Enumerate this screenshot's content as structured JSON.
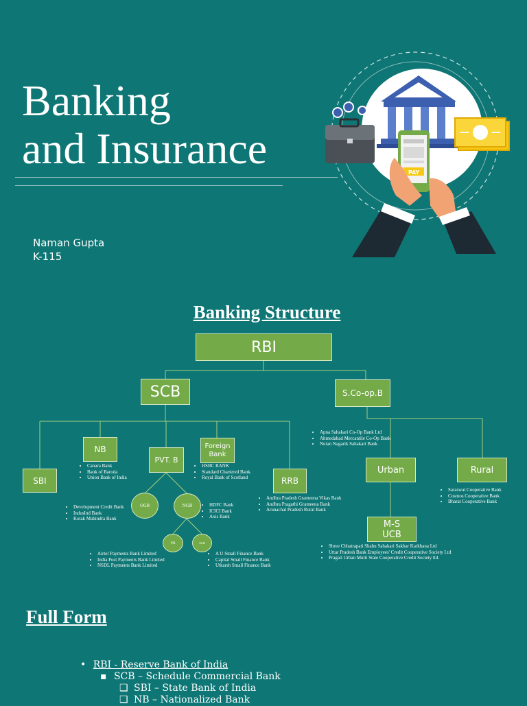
{
  "cover": {
    "title_line1": "Banking",
    "title_line2": "and Insurance",
    "author_name": "Naman Gupta",
    "author_id": "K-115",
    "pay_label": "PAY"
  },
  "structure": {
    "title": "Banking Structure",
    "nodes": {
      "rbi": "RBI",
      "scb": "SCB",
      "scoop": "S.Co-op.B",
      "sbi": "SBI",
      "nb": "NB",
      "pvt": "PVT. B",
      "foreign": "Foreign Bank",
      "rrb": "RRB",
      "urban": "Urban",
      "rural": "Rural",
      "msucb": "M-S UCB",
      "ogb": "OGB",
      "ngb": "NGB",
      "pb": "PB",
      "sfb": "SFB"
    },
    "lists": {
      "nb": [
        "Canara Bank",
        "Bank of Baroda",
        "Union Bank of India"
      ],
      "foreign": [
        "HSBC BANK",
        "Standard Chartered Bank.",
        "Royal Bank of Scotland"
      ],
      "ogb": [
        "Development Credit Bank",
        "IndusInd Bank",
        "Kotak Mahindra Bank"
      ],
      "ngb": [
        "HDFC Bank",
        "ICICI Bank",
        "Axis Bank"
      ],
      "rrb": [
        "Andhra Pradesh Grameena Vikas Bank",
        "Andhra Pragathi Grameena Bank",
        "Arunachal Pradesh Rural Bank"
      ],
      "scoop": [
        "Apna Sahakari Co-Op Bank Ltd",
        "Ahmedabad Mercantile Co-Op Bank",
        "Nutan Nagarik Sahakari Bank"
      ],
      "rural": [
        "Saraswat Cooperative Bank",
        "Cosmos Cooperative Bank",
        "Bharat Cooperative Bank"
      ],
      "msucb": [
        "Shree Chhatrapati Shahu Sahakari Sakhar Karkhana Ltd",
        "Uttar Pradesh Bank Employees' Credit Cooperative Society Ltd",
        "Pragati Urban Multi State Cooperative Credit Society ltd."
      ],
      "pb": [
        "Airtel Payments Bank Limited",
        "India Post Payments Bank Limited",
        "NSDL Payments Bank Limited"
      ],
      "sfb": [
        "A U Small Finance Bank",
        "Capital Small Finance Bank",
        "Utkarsh Small Finance Bank"
      ]
    }
  },
  "fullform": {
    "title": "Full Form",
    "rbi": "RBI - Reserve Bank of India",
    "scb": "SCB – Schedule Commercial Bank",
    "sbi": "SBI – State Bank of India",
    "nb": "NB – Nationalized Bank"
  },
  "colors": {
    "background": "#0e7674",
    "node_fill": "#74ab48",
    "accent_yellow": "#f7c815"
  }
}
